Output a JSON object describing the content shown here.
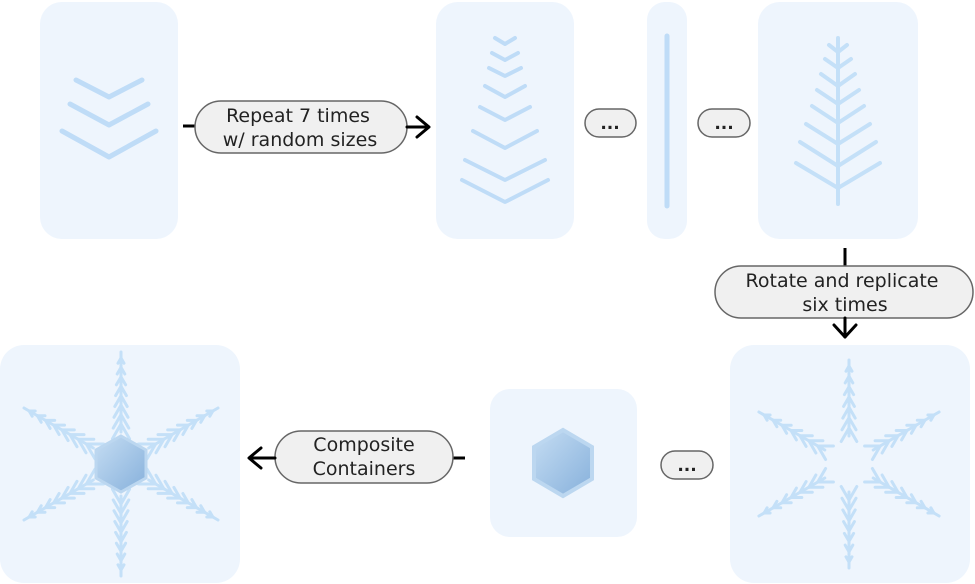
{
  "labels": {
    "repeat_line1": "Repeat 7 times",
    "repeat_line2": "w/ random sizes",
    "rotate_line1": "Rotate and replicate",
    "rotate_line2": "six times",
    "composite_line1": "Composite",
    "composite_line2": "Containers",
    "ellipsis": "..."
  },
  "colors": {
    "panel": "#eef5fd",
    "chevron": "#bfdcf7",
    "branch": "#c4e0f8",
    "hex_dark": "#8fb7df",
    "hex_light": "#bcd7f0",
    "pill_fill": "#f0f0f0",
    "pill_stroke": "#666666",
    "arrow": "#000000"
  }
}
